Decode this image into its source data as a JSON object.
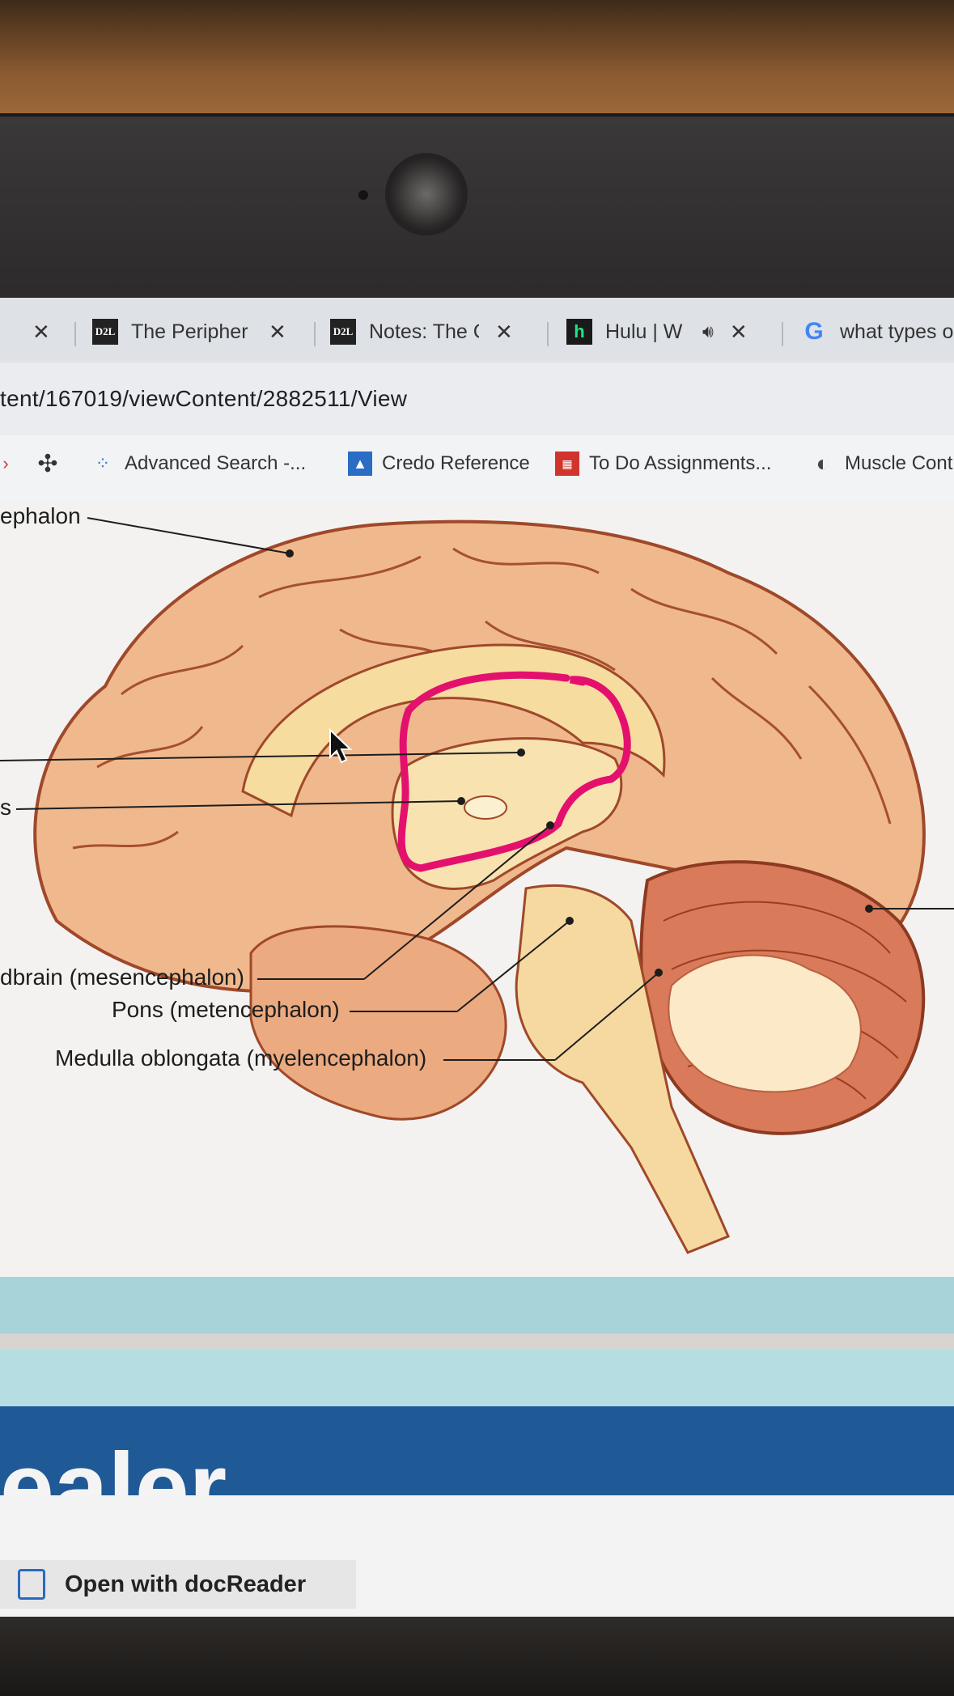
{
  "tabs": [
    {
      "title": "",
      "favicon": "x-only"
    },
    {
      "title": "The Peripher",
      "favicon_text": "D2L"
    },
    {
      "title": "Notes: The C",
      "favicon_text": "D2L"
    },
    {
      "title": "Hulu | W",
      "favicon_text": "h"
    },
    {
      "title": "what types o",
      "favicon_text": "G"
    }
  ],
  "url": "tent/167019/viewContent/2882511/View",
  "bookmarks": [
    {
      "label": "Advanced Search -...",
      "icon": "dots-icon"
    },
    {
      "label": "Credo Reference",
      "icon": "credo-icon"
    },
    {
      "label": "To Do Assignments...",
      "icon": "mcgraw-icon"
    },
    {
      "label": "Muscle Cont",
      "icon": "globe-icon"
    }
  ],
  "figure": {
    "labels": {
      "telencephalon": "ephalon",
      "thalamus_partial": "s",
      "midbrain": "dbrain (mesencephalon)",
      "pons": "Pons (metencephalon)",
      "medulla": "Medulla oblongata (myelencephalon)"
    },
    "annotation_color": "#e4106e"
  },
  "banner_text": "ealer",
  "docreader": {
    "label": "Open with docReader"
  }
}
